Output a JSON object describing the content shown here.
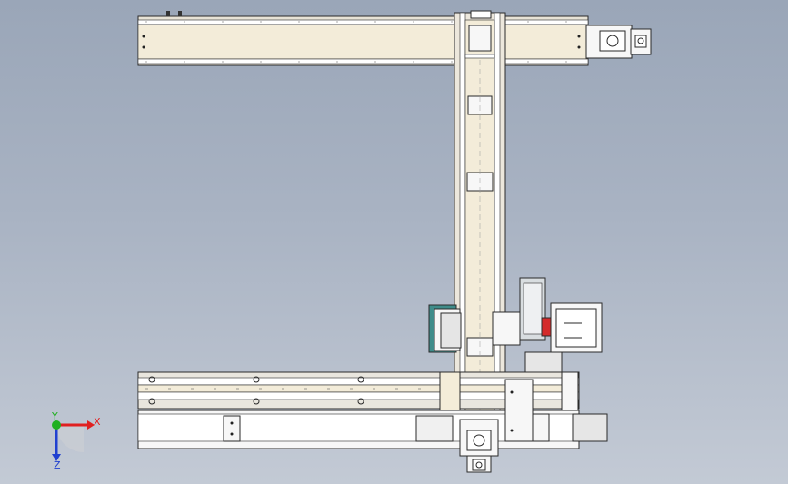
{
  "triad": {
    "x_label": "X",
    "y_label": "Y",
    "z_label": "Z",
    "x_color": "#e02020",
    "y_color": "#20b020",
    "z_color": "#2040d0"
  },
  "colors": {
    "rail_cream": "#f3ecd9",
    "outline": "#2a2a2a",
    "part_white": "#f7f7f7",
    "motor_grey": "#d8dde0",
    "teal_plate": "#3f8c8a",
    "red_coupling": "#d42a2a"
  }
}
